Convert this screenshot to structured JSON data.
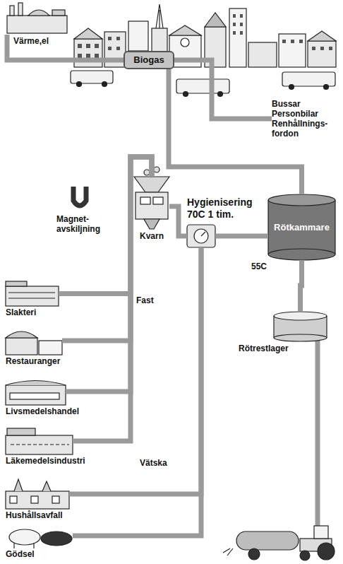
{
  "diagram": {
    "nodes": [
      {
        "text": [
          "Värme,el"
        ]
      },
      {
        "text": [
          "Biogas"
        ]
      },
      {
        "text": [
          "Bussar Personbilar Renhållnings-fordon"
        ]
      },
      {
        "text": [
          "Kvarn"
        ]
      },
      {
        "text": [
          "Hygienisering 70C 1 tim."
        ]
      },
      {
        "text": [
          "Rötkammare"
        ]
      },
      {
        "text": [
          "Slakteri"
        ]
      },
      {
        "text": [
          "Restauranger"
        ]
      },
      {
        "text": [
          "Livsmedelshandel"
        ]
      },
      {
        "text": [
          "Läkemedelsindustri"
        ]
      },
      {
        "text": [
          "Rötrestlager"
        ]
      },
      {
        "text": [
          "Hushållsavfall"
        ]
      },
      {
        "text": [
          "Gödsel"
        ]
      }
    ],
    "edges": [
      {
        "from": 1,
        "to": 0,
        "arrow": "none"
      },
      {
        "from": 1,
        "to": 2,
        "arrow": "none"
      },
      {
        "from": 5,
        "to": 1,
        "arrow": "none"
      },
      {
        "from": 3,
        "to": 4,
        "arrow": "none"
      },
      {
        "from": 4,
        "to": 5,
        "arrow": "none"
      },
      {
        "from": 5,
        "to": 10,
        "arrow": "none"
      },
      {
        "from": 6,
        "to": 3,
        "arrow": "none"
      },
      {
        "from": 7,
        "to": 3,
        "arrow": "none"
      },
      {
        "from": 8,
        "to": 3,
        "arrow": "none"
      },
      {
        "from": 9,
        "to": 3,
        "arrow": "none"
      },
      {
        "from": 11,
        "to": 4,
        "arrow": "none"
      },
      {
        "from": 12,
        "to": 4,
        "arrow": "none"
      }
    ],
    "labels": [
      "Magnet-avskiljning",
      "55C",
      "Fast",
      "Vätska"
    ]
  }
}
